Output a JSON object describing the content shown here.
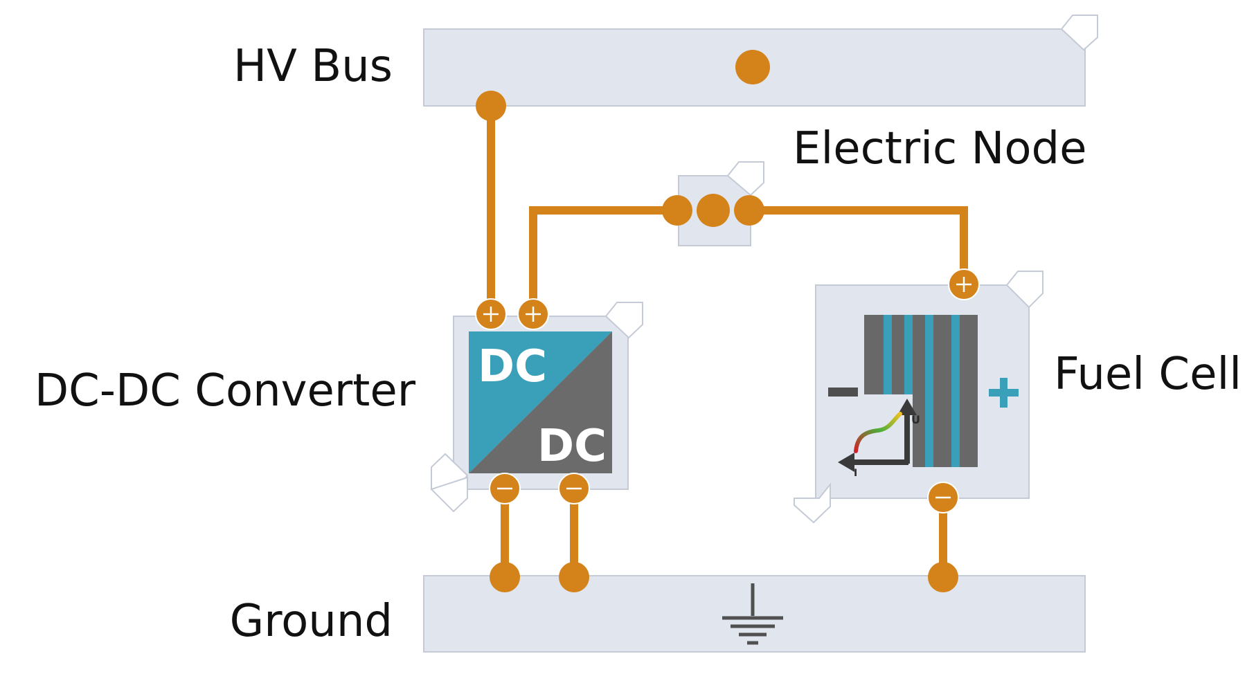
{
  "labels": {
    "hv_bus": "HV Bus",
    "electric_node": "Electric Node",
    "dcdc_converter": "DC-DC Converter",
    "fuel_cell": "Fuel Cell",
    "ground": "Ground"
  },
  "dcdc_icon": {
    "top_text": "DC",
    "bottom_text": "DC"
  },
  "fuel_cell_icon": {
    "minus_symbol": "−",
    "plus_symbol": "+",
    "axis_u": "U",
    "axis_i": "I"
  },
  "icons": {
    "port_plus": "plus-port-icon",
    "port_minus": "minus-port-icon",
    "ground_symbol": "ground-icon",
    "corner_tab": "corner-tab-icon"
  },
  "colors": {
    "wire": "#d4821a",
    "block_fill": "#e1e6ee",
    "block_stroke": "#c4cbd6",
    "dc_blue": "#3a9fb8",
    "dc_gray": "#6b6b6b",
    "fc_dark": "#686868",
    "fc_blue": "#3a9fb8"
  }
}
